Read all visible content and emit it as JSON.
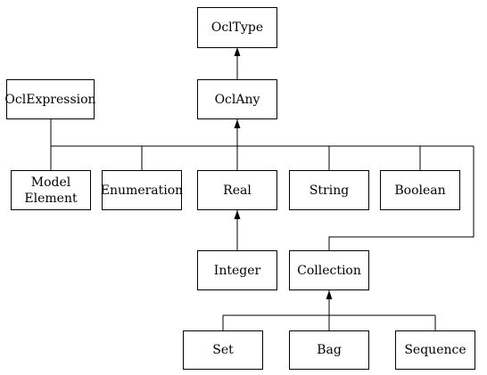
{
  "diagram": {
    "nodes": {
      "ocltype": "OclType",
      "oclexpression": "OclExpression",
      "oclany": "OclAny",
      "model_element": "Model\nElement",
      "enumeration": "Enumeration",
      "real": "Real",
      "string": "String",
      "boolean": "Boolean",
      "integer": "Integer",
      "collection": "Collection",
      "set": "Set",
      "bag": "Bag",
      "sequence": "Sequence"
    },
    "relations": [
      {
        "from": "oclany",
        "to": "ocltype"
      },
      {
        "from": "model_element",
        "to": "oclany"
      },
      {
        "from": "oclexpression",
        "to": "oclany"
      },
      {
        "from": "enumeration",
        "to": "oclany"
      },
      {
        "from": "real",
        "to": "oclany"
      },
      {
        "from": "string",
        "to": "oclany"
      },
      {
        "from": "boolean",
        "to": "oclany"
      },
      {
        "from": "collection",
        "to": "oclany"
      },
      {
        "from": "integer",
        "to": "real"
      },
      {
        "from": "set",
        "to": "collection"
      },
      {
        "from": "bag",
        "to": "collection"
      },
      {
        "from": "sequence",
        "to": "collection"
      }
    ]
  }
}
